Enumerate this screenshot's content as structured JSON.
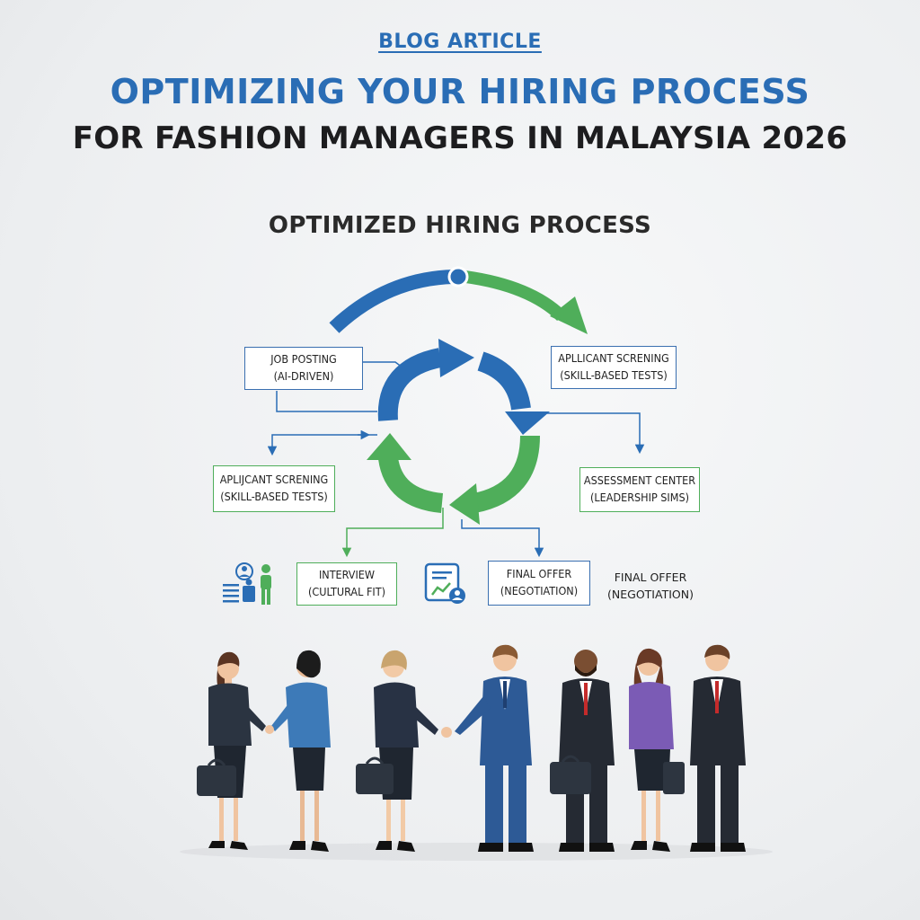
{
  "header": {
    "eyebrow": "BLOG ARTICLE",
    "title_line1": "OPTIMIZING YOUR HIRING PROCESS",
    "title_line2": "FOR FASHION MANAGERS IN MALAYSIA 2026"
  },
  "diagram": {
    "title": "OPTIMIZED HIRING PROCESS",
    "steps": {
      "job_posting": {
        "line1": "JOB POSTING",
        "line2": "(AI-DRIVEN)"
      },
      "screening_right": {
        "line1": "APLLICANT SCRENING",
        "line2": "(SKILL-BASED TESTS)"
      },
      "screening_left": {
        "line1": "APLIJCANT SCRENING",
        "line2": "(SKILL-BASED TESTS)"
      },
      "assessment": {
        "line1": "ASSESSMENT CENTER",
        "line2": "(LEADERSHIP SIMS)"
      },
      "interview": {
        "line1": "INTERVIEW",
        "line2": "(CULTURAL FIT)"
      },
      "final_offer_box": {
        "line1": "FINAL OFFER",
        "line2": "(NEGOTIATION)"
      },
      "final_offer_plain": {
        "line1": "FINAL OFFER",
        "line2": "(NEGOTIATION)"
      }
    },
    "icons": [
      "recruiter-profile-icon",
      "analytics-report-icon"
    ]
  },
  "colors": {
    "blue": "#2a6db5",
    "green": "#4fae5a",
    "dark": "#1d1d1f"
  }
}
